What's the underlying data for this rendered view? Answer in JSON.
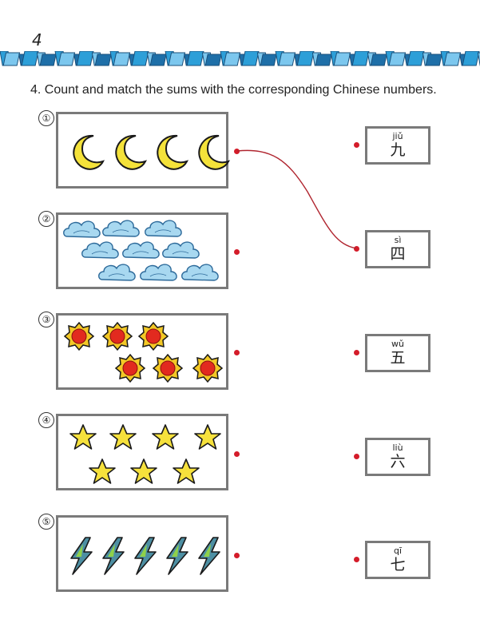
{
  "page": {
    "number": "4"
  },
  "instruction": "4. Count and match the sums with the corresponding Chinese numbers.",
  "colors": {
    "dot": "#d41c2a",
    "border": "#7a7a7a",
    "line": "#b0252f"
  },
  "rows": [
    {
      "num": "①",
      "icon": "moon-icon",
      "count": 4
    },
    {
      "num": "②",
      "icon": "cloud-icon",
      "count": 9
    },
    {
      "num": "③",
      "icon": "sun-icon",
      "count": 6
    },
    {
      "num": "④",
      "icon": "star-icon",
      "count": 7
    },
    {
      "num": "⑤",
      "icon": "lightning-icon",
      "count": 5
    }
  ],
  "numbers": [
    {
      "pinyin": "jiǔ",
      "hanzi": "九"
    },
    {
      "pinyin": "sì",
      "hanzi": "四"
    },
    {
      "pinyin": "wǔ",
      "hanzi": "五"
    },
    {
      "pinyin": "liù",
      "hanzi": "六"
    },
    {
      "pinyin": "qī",
      "hanzi": "七"
    }
  ]
}
